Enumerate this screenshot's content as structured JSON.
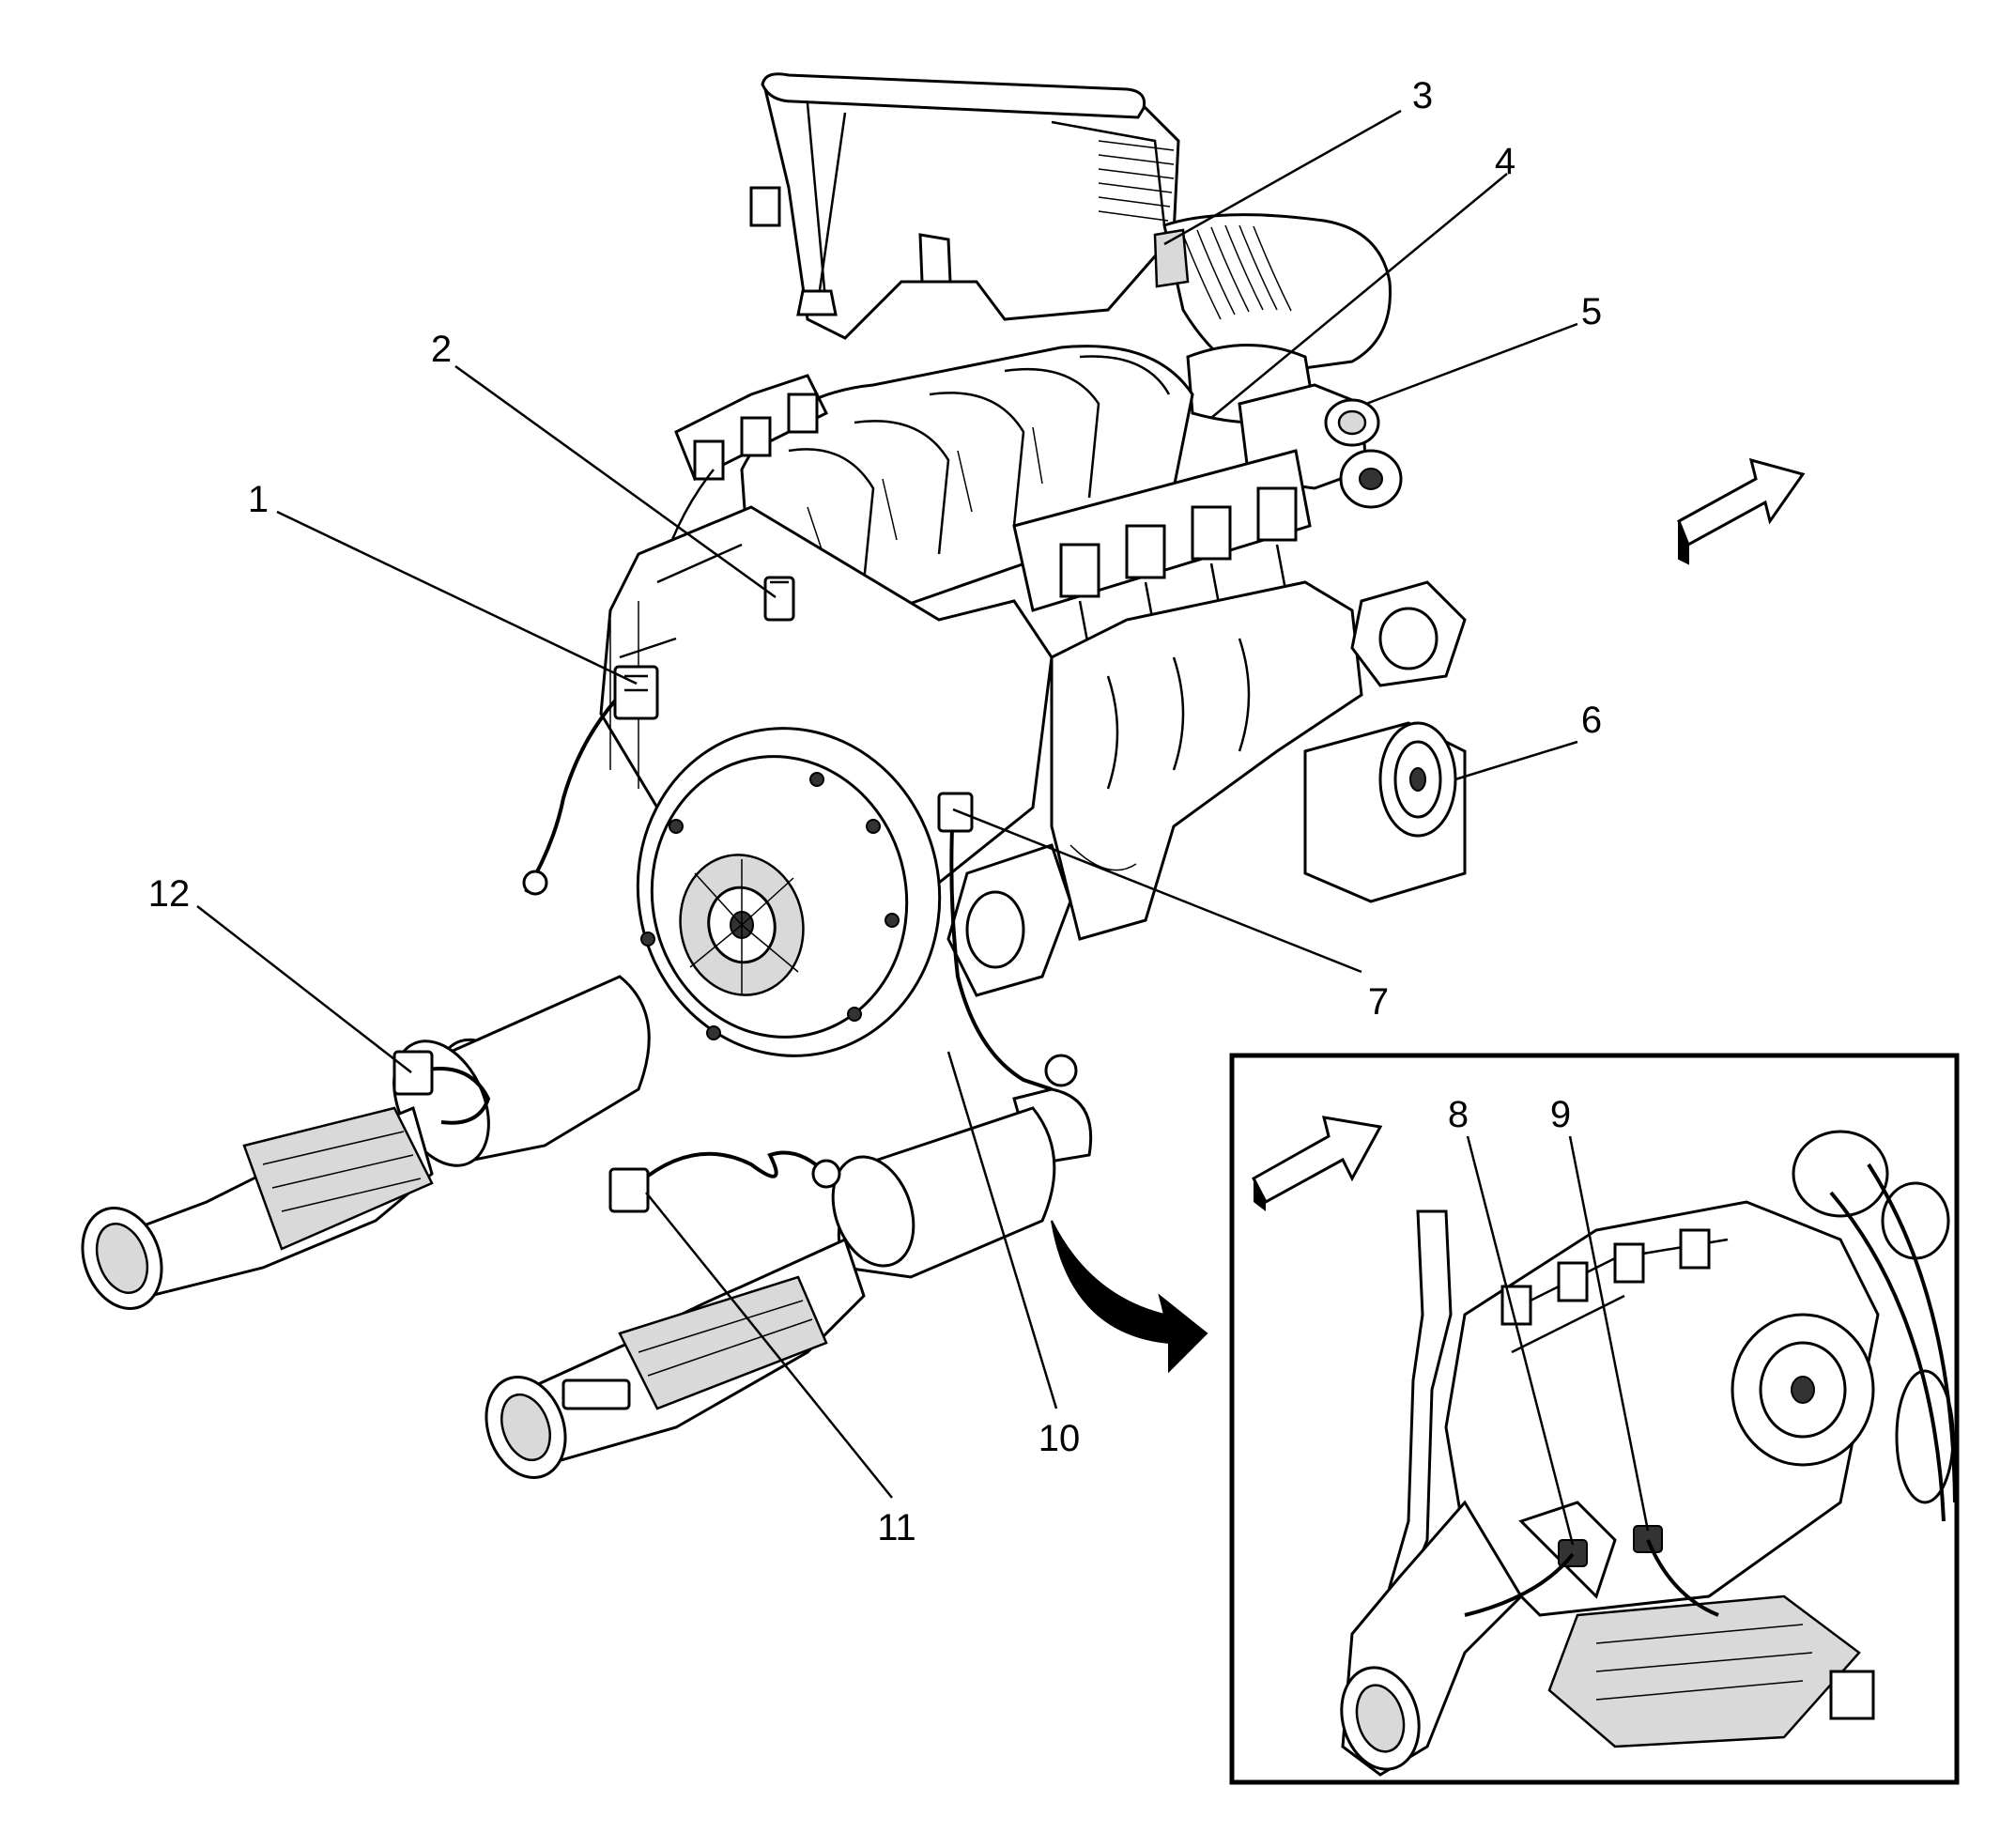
{
  "callouts": [
    "1",
    "2",
    "3",
    "4",
    "5",
    "6",
    "7",
    "8",
    "9",
    "10",
    "11",
    "12"
  ],
  "icons": {
    "direction_arrow": "forward-direction-arrow-icon",
    "inset_arrow": "inset-direction-arrow-icon",
    "detail_arrow": "curved-arrow-icon"
  },
  "colors": {
    "line": "#000000",
    "background": "#ffffff",
    "shade": "#d9d9d9"
  }
}
